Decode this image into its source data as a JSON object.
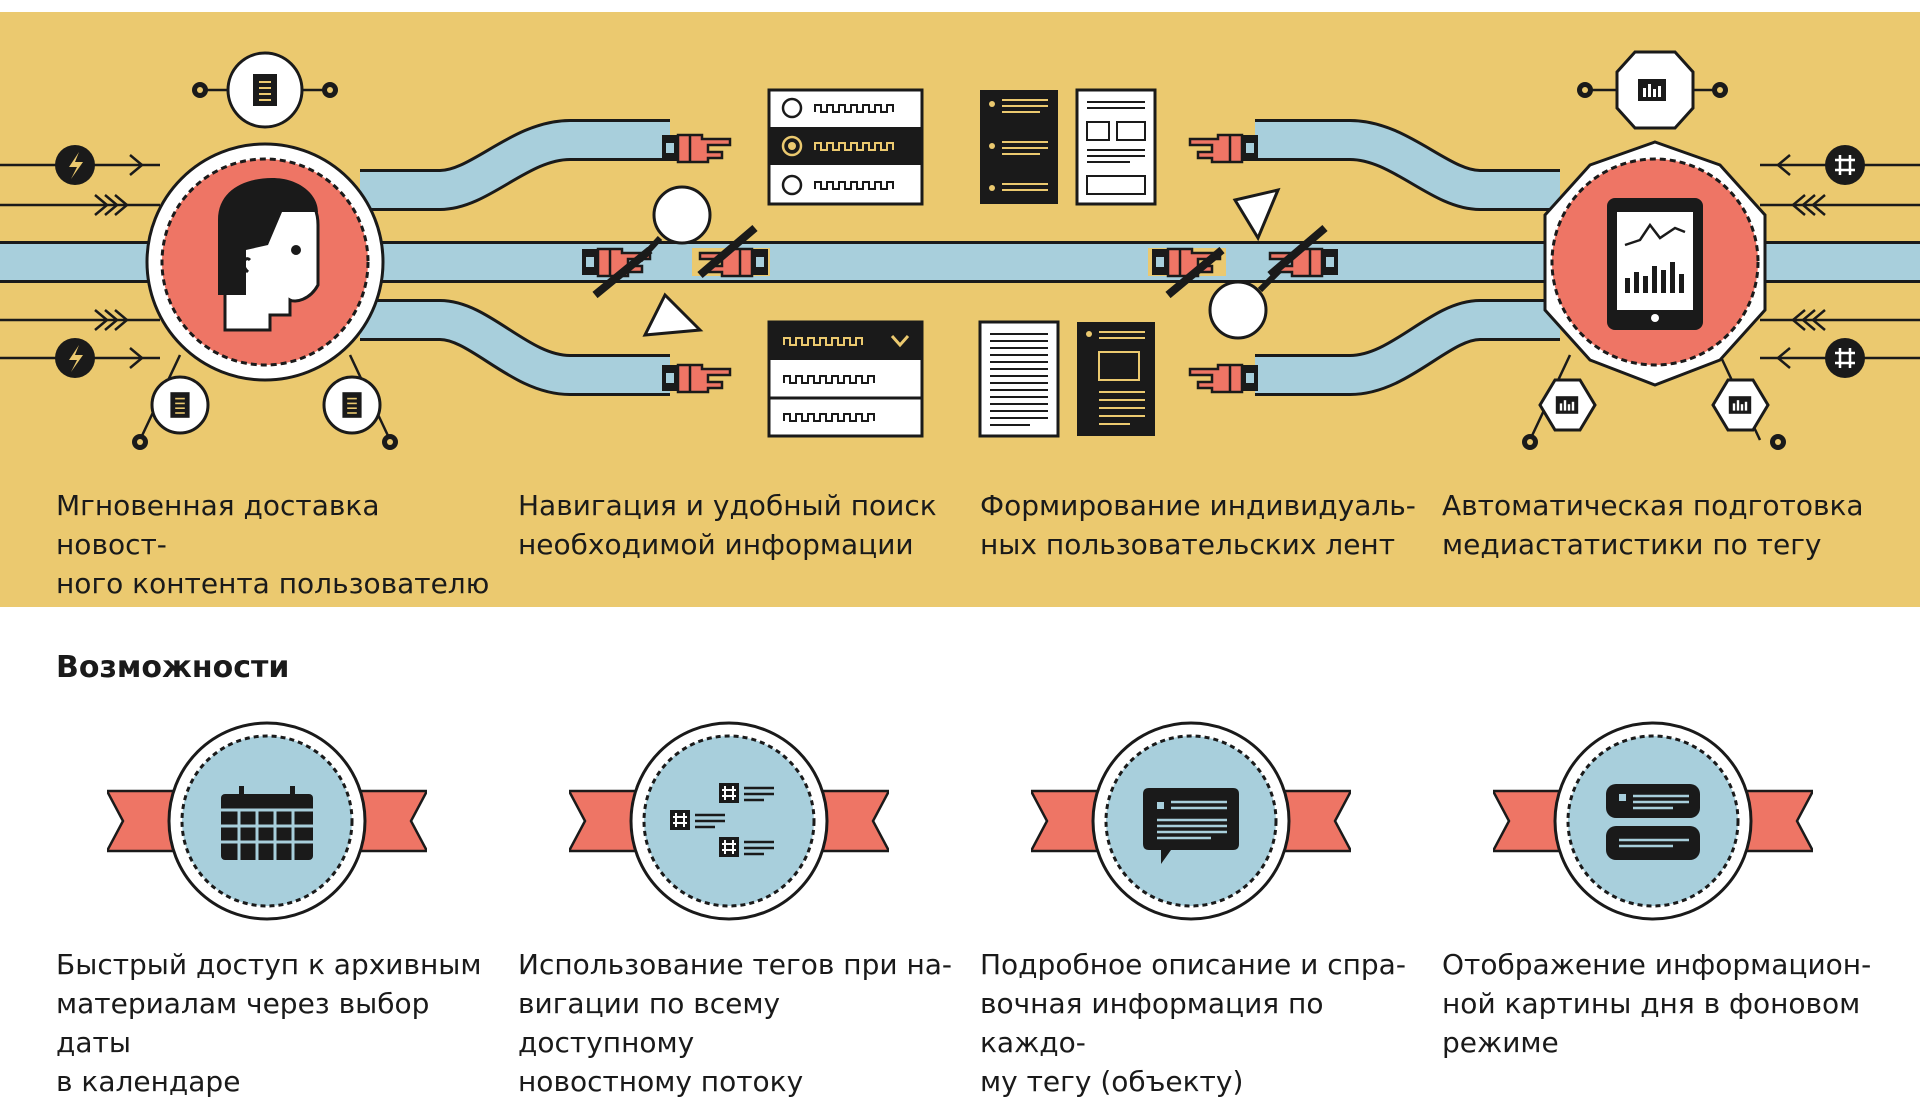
{
  "banner": {
    "captions": [
      {
        "line1": "Мгновенная доставка новост-",
        "line2": "ного контента пользователю"
      },
      {
        "line1": "Навигация и удобный поиск",
        "line2": "необходимой информации"
      },
      {
        "line1": "Формирование индивидуаль-",
        "line2": "ных пользовательских лент"
      },
      {
        "line1": "Автоматическая подготовка",
        "line2": "медиастатистики по тегу"
      }
    ],
    "icons": [
      "user-head-icon",
      "document-icon",
      "lightning-icon",
      "magnifier-icon",
      "play-triangle-icon",
      "pointing-hand-icon",
      "radio-list-icon",
      "dropdown-list-icon",
      "news-feed-icon",
      "hashtag-icon",
      "tablet-chart-icon",
      "bar-chart-icon"
    ]
  },
  "features": {
    "heading": "Возможности",
    "items": [
      {
        "icon": "calendar-icon",
        "line1": "Быстрый доступ к архивным",
        "line2": "материалам через выбор даты",
        "line3": "в календаре"
      },
      {
        "icon": "hashtag-list-icon",
        "line1": "Использование тегов при на-",
        "line2": "вигации по всему доступному",
        "line3": "новостному потоку"
      },
      {
        "icon": "speech-bubble-icon",
        "line1": "Подробное описание и спра-",
        "line2": "вочная информация по каждо-",
        "line3": "му тегу (объекту)"
      },
      {
        "icon": "panels-icon",
        "line1": "Отображение информацион-",
        "line2": "ной картины дня в фоновом",
        "line3": "режиме"
      }
    ]
  },
  "colors": {
    "banner": "#ebc96f",
    "pipe": "#a8cfdc",
    "accent": "#ee7565",
    "ink": "#1a1a1a",
    "paper": "#ffffff"
  }
}
